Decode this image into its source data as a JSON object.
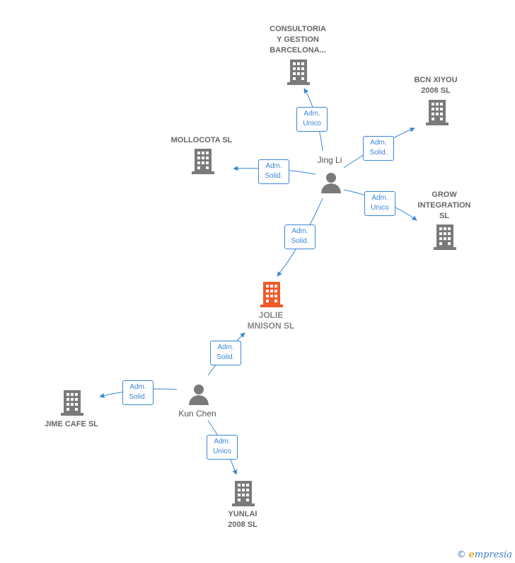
{
  "companies": {
    "consultoria": {
      "lines": [
        "CONSULTORIA",
        "Y GESTION",
        "BARCELONA..."
      ],
      "main": false
    },
    "bcn": {
      "lines": [
        "BCN XIYOU",
        "2008  SL"
      ],
      "main": false
    },
    "mollocota": {
      "lines": [
        "MOLLOCOTA SL"
      ],
      "main": false
    },
    "grow": {
      "lines": [
        "GROW",
        "INTEGRATION",
        "SL"
      ],
      "main": false
    },
    "jolie": {
      "lines": [
        "JOLIE",
        "MNISON  SL"
      ],
      "main": true
    },
    "jime": {
      "lines": [
        "JIME CAFE  SL"
      ],
      "main": false
    },
    "yunlai": {
      "lines": [
        "YUNLAI",
        "2008 SL"
      ],
      "main": false
    }
  },
  "persons": {
    "jingli": {
      "name": "Jing Li"
    },
    "kunchen": {
      "name": "Kun Chen"
    }
  },
  "roles": {
    "r_consultoria": [
      "Adm.",
      "Unico"
    ],
    "r_bcn": [
      "Adm.",
      "Solid."
    ],
    "r_mollocota": [
      "Adm.",
      "Solid."
    ],
    "r_grow": [
      "Adm.",
      "Unico"
    ],
    "r_jolie_jing": [
      "Adm.",
      "Solid."
    ],
    "r_jolie_kun": [
      "Adm.",
      "Solid."
    ],
    "r_jime": [
      "Adm.",
      "Solid."
    ],
    "r_yunlai": [
      "Adm.",
      "Unico"
    ]
  },
  "colors": {
    "edge": "#3b86d6",
    "building": "#7a7a7a",
    "building_main": "#f0592a",
    "person": "#7a7a7a"
  },
  "watermark": {
    "copyright": "©",
    "brand_initial": "e",
    "brand_rest": "mpresia"
  }
}
